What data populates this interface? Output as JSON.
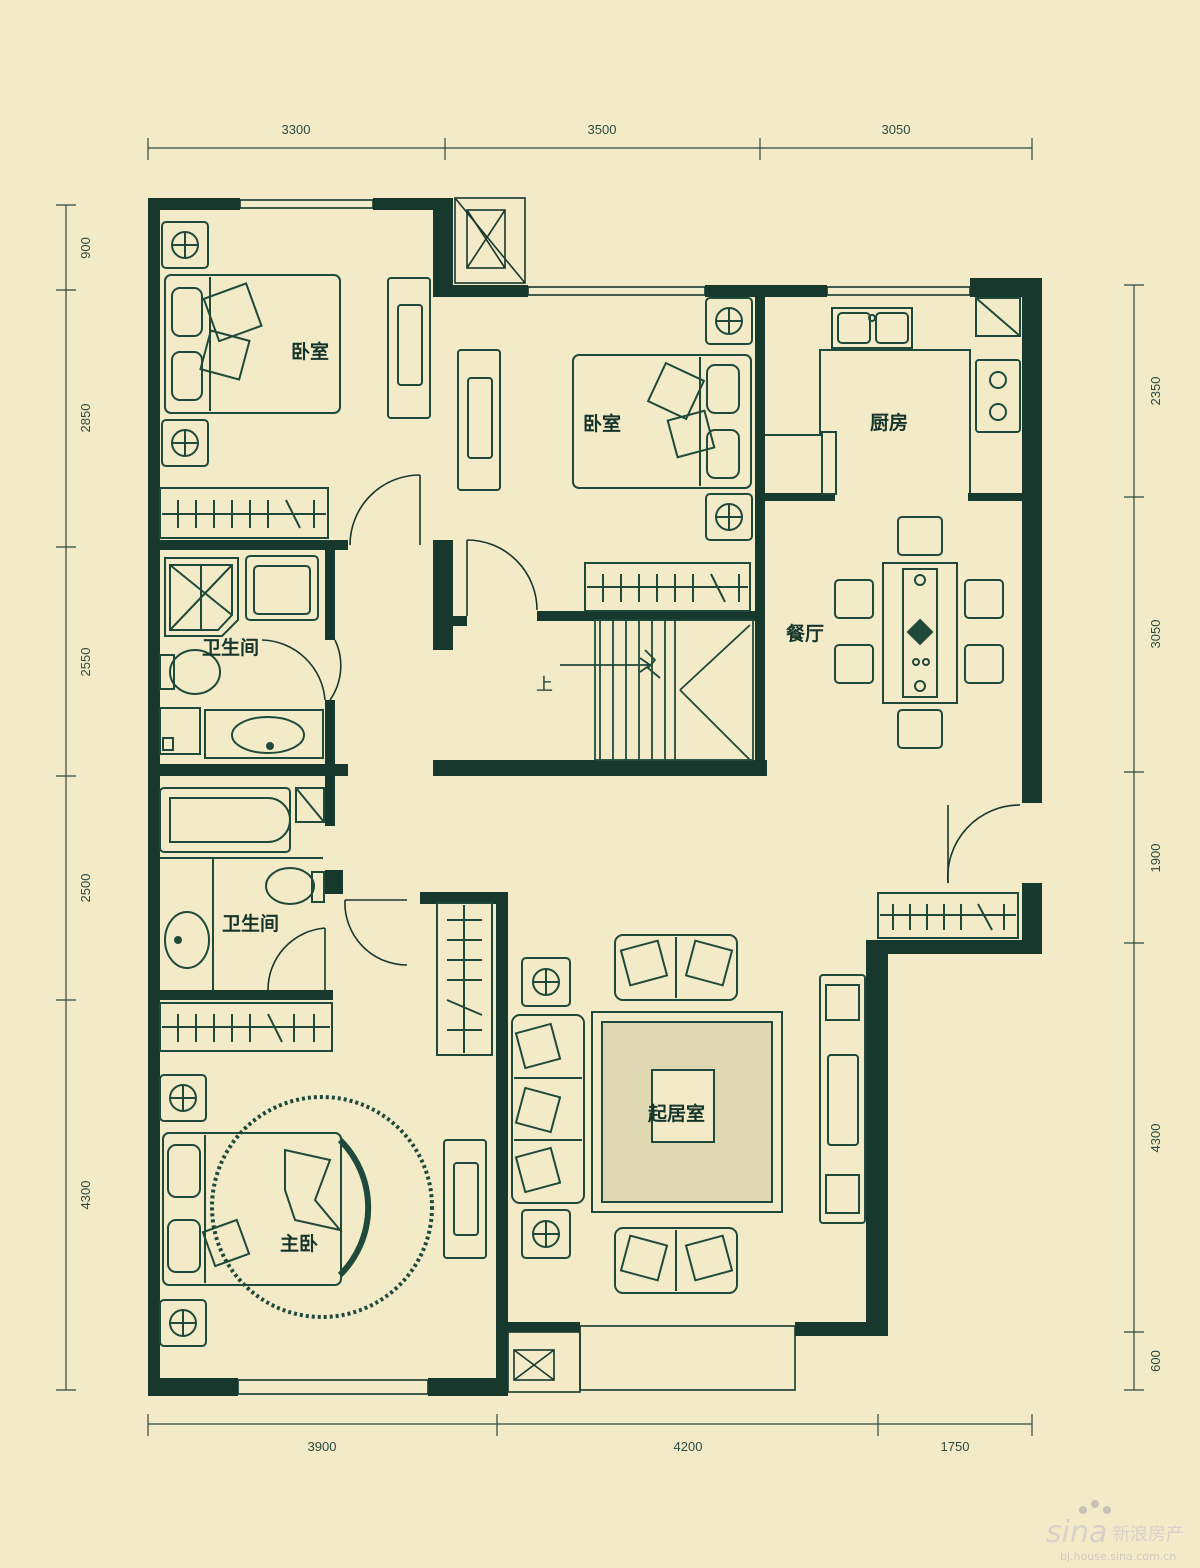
{
  "dimensions": {
    "top": [
      "3300",
      "3500",
      "3050"
    ],
    "bottom": [
      "3900",
      "4200",
      "1750"
    ],
    "left": [
      "900",
      "2850",
      "2550",
      "2500",
      "4300"
    ],
    "right": [
      "2350",
      "3050",
      "1900",
      "4300",
      "600"
    ]
  },
  "rooms": {
    "bedroom_nw": "卧室",
    "bedroom_center": "卧室",
    "kitchen": "厨房",
    "dining": "餐厅",
    "bath_upper": "卫生间",
    "bath_lower": "卫生间",
    "living": "起居室",
    "master": "主卧"
  },
  "stair_label": "上",
  "watermark": {
    "brand_latin": "sina",
    "brand_cn": "新浪房产",
    "url": "bj.house.sina.com.cn"
  },
  "colors": {
    "background": "#f3ebc8",
    "wall": "#17382d",
    "furniture": "#1f4a3b"
  }
}
